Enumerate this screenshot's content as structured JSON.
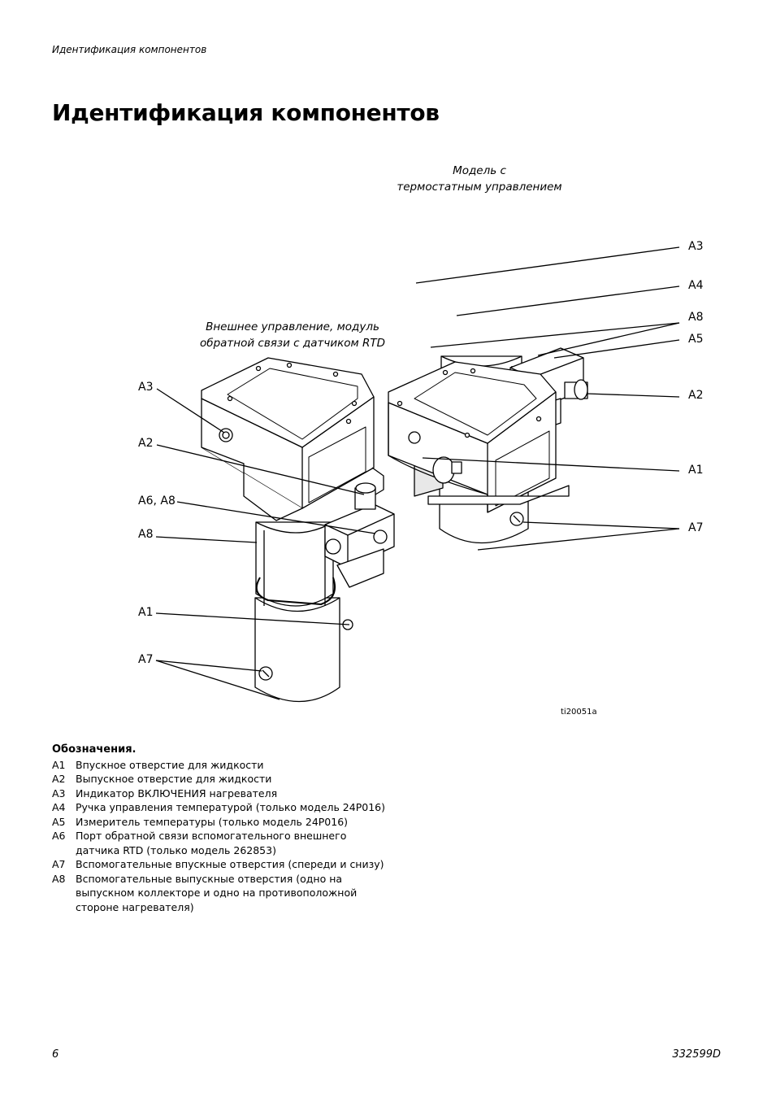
{
  "header": {
    "running_title": "Идентификация компонентов"
  },
  "page_title": "Идентификация компонентов",
  "figure": {
    "caption_right": [
      "Модель с",
      "термостатным управлением"
    ],
    "caption_left": [
      "Внешнее управление, модуль",
      "обратной связи с датчиком RTD"
    ],
    "callouts_right": [
      "A3",
      "A4",
      "A8",
      "A5",
      "A2",
      "A1",
      "A7"
    ],
    "callouts_left": [
      "A3",
      "A2",
      "A6, A8",
      "A8",
      "A1",
      "A7"
    ],
    "figure_code": "ti20051a"
  },
  "legend": {
    "title": "Обозначения.",
    "items": [
      {
        "code": "A1",
        "text": "Впускное отверстие для жидкости"
      },
      {
        "code": "A2",
        "text": "Выпускное отверстие для жидкости"
      },
      {
        "code": "A3",
        "text": "Индикатор ВКЛЮЧЕНИЯ нагревателя"
      },
      {
        "code": "A4",
        "text": "Ручка управления температурой (только модель 24P016)"
      },
      {
        "code": "A5",
        "text": "Измеритель температуры (только модель 24P016)"
      },
      {
        "code": "A6",
        "text": "Порт обратной связи вспомогательного внешнего датчика RTD (только модель 262853)"
      },
      {
        "code": "A7",
        "text": "Вспомогательные впускные отверстия (спереди и снизу)"
      },
      {
        "code": "A8",
        "text": "Вспомогательные выпускные отверстия (одно на выпускном коллекторе и одно на противоположной стороне нагревателя)"
      }
    ]
  },
  "footer": {
    "page_number": "6",
    "doc_number": "332599D"
  }
}
